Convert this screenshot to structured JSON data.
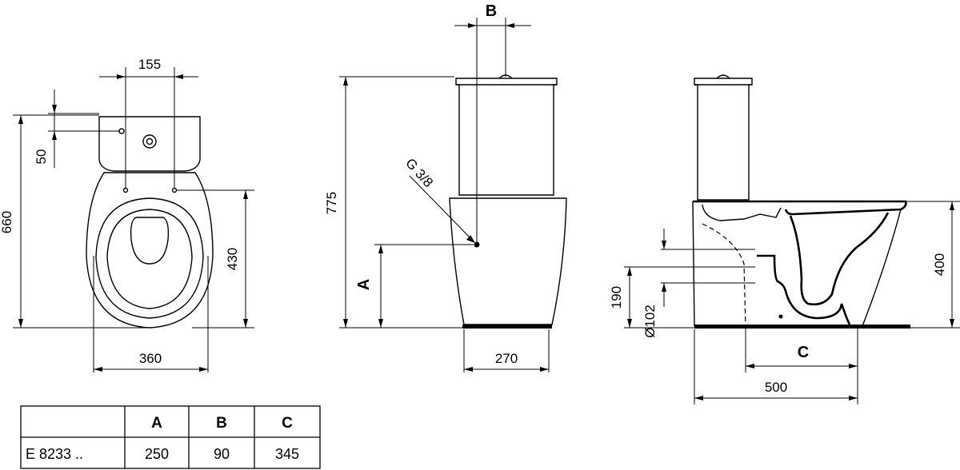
{
  "top_view": {
    "dim_width_top": "155",
    "dim_offset": "50",
    "dim_height": "660",
    "dim_fixing": "430",
    "dim_width": "360"
  },
  "front_view": {
    "dim_B": "B",
    "dim_height": "775",
    "inlet_label": "G 3/8",
    "dim_A": "A",
    "dim_base": "270"
  },
  "side_view": {
    "dim_seat_height": "400",
    "dim_outlet_height": "190",
    "dim_outlet_diameter": "Ø102",
    "dim_C": "C",
    "dim_depth": "500"
  },
  "table": {
    "headers": [
      "",
      "A",
      "B",
      "C"
    ],
    "rows": [
      [
        "E 8233 ..",
        "250",
        "90",
        "345"
      ]
    ]
  }
}
